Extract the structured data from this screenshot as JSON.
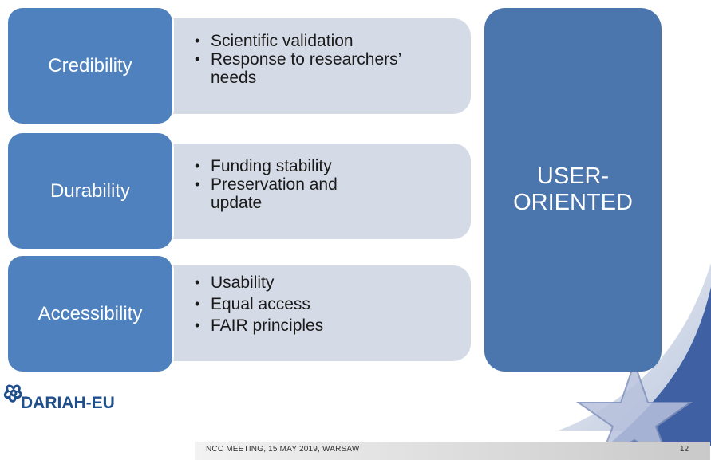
{
  "categories": [
    {
      "label": "Credibility",
      "bullets": [
        "Scientific validation",
        "Response to researchers’ needs"
      ]
    },
    {
      "label": "Durability",
      "bullets": [
        "Funding stability",
        "Preservation and update"
      ]
    },
    {
      "label": "Accessibility",
      "bullets": [
        "Usability",
        "Equal access",
        "FAIR principles"
      ]
    }
  ],
  "outcome": {
    "label_line1": "USER-",
    "label_line2": "ORIENTED"
  },
  "logo": {
    "text": "DARIAH-EU"
  },
  "footer": {
    "text": "NCC MEETING, 15 MAY 2019, WARSAW",
    "page_number": "12"
  },
  "colors": {
    "primary": "#4e81bd",
    "outcome": "#4a76ad",
    "panel": "#d5dbe6",
    "logo": "#1f4e8c"
  }
}
